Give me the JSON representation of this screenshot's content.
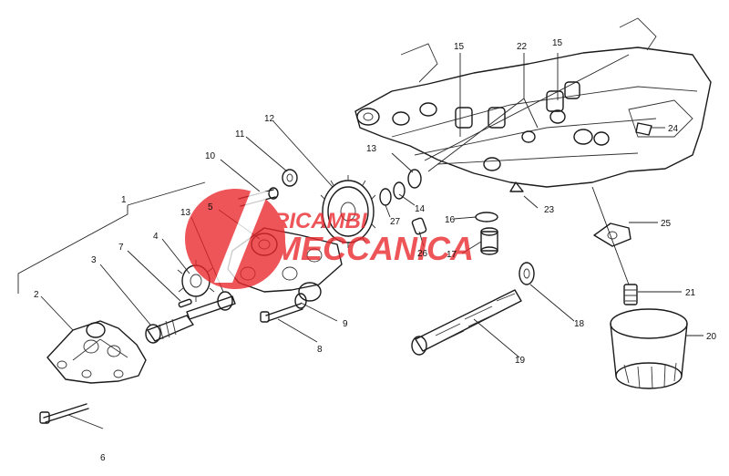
{
  "watermark": {
    "line1": "RICAMBI",
    "line2": "MECCANICA",
    "color": "#e8262b"
  },
  "labels": {
    "l1": "1",
    "l2": "2",
    "l3": "3",
    "l4": "4",
    "l5": "5",
    "l6": "6",
    "l7": "7",
    "l8": "8",
    "l9": "9",
    "l10": "10",
    "l11": "11",
    "l12": "12",
    "l13a": "13",
    "l13b": "13",
    "l14": "14",
    "l15a": "15",
    "l15b": "15",
    "l16": "16",
    "l17": "17",
    "l18": "18",
    "l19": "19",
    "l20": "20",
    "l21": "21",
    "l22": "22",
    "l23": "23",
    "l24": "24",
    "l25": "25",
    "l26": "26",
    "l27": "27"
  }
}
